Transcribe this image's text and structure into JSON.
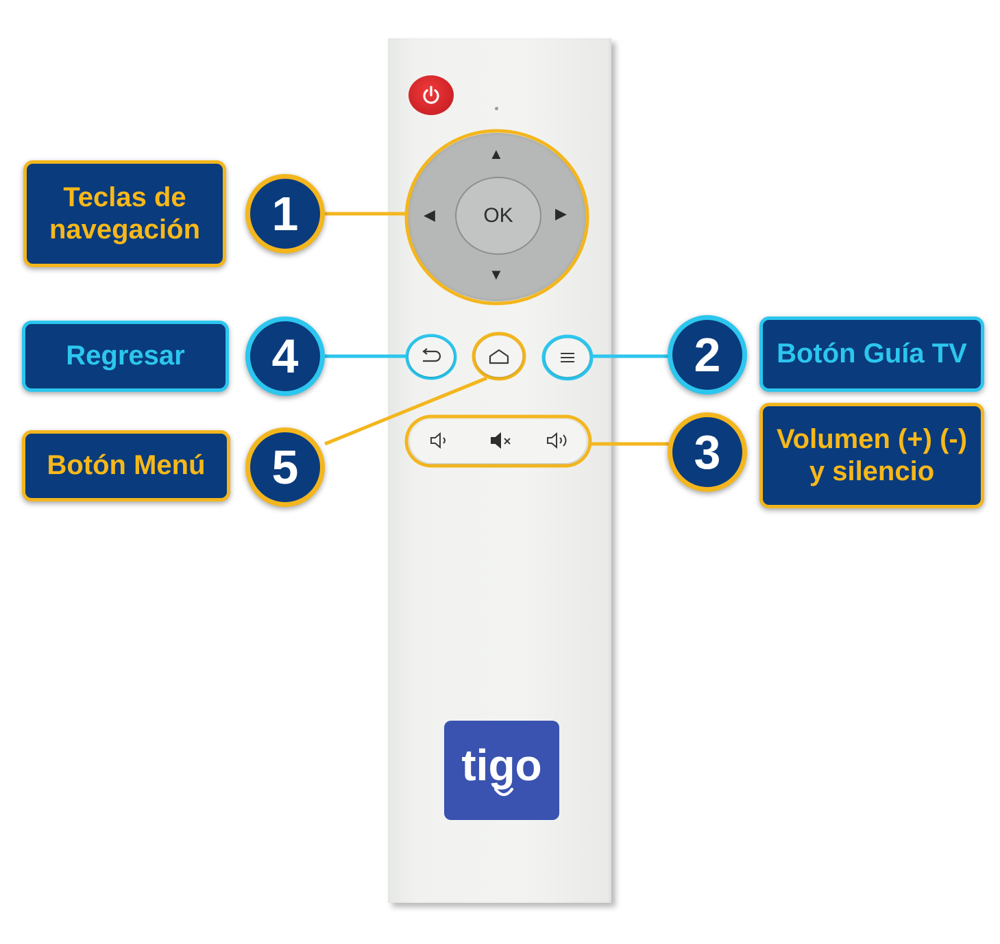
{
  "remote": {
    "ok_label": "OK",
    "brand": "tigo",
    "icons": {
      "power": "power-icon",
      "up": "arrow-up-icon",
      "down": "arrow-down-icon",
      "left": "arrow-left-icon",
      "right": "arrow-right-icon",
      "back": "back-arrow-icon",
      "home": "home-icon",
      "menu": "menu-lines-icon",
      "vol_down": "volume-down-icon",
      "mute": "mute-icon",
      "vol_up": "volume-up-icon"
    }
  },
  "callouts": [
    {
      "number": "1",
      "lines": [
        "Teclas de",
        "navegación"
      ],
      "color": "#f3b61e"
    },
    {
      "number": "2",
      "lines": [
        "Botón Guía TV"
      ],
      "color": "#2cc6ee"
    },
    {
      "number": "3",
      "lines": [
        "Volumen (+) (-)",
        "y silencio"
      ],
      "color": "#f3b61e"
    },
    {
      "number": "4",
      "lines": [
        "Regresar"
      ],
      "color": "#2cc6ee"
    },
    {
      "number": "5",
      "lines": [
        "Botón Menú"
      ],
      "color": "#f3b61e"
    }
  ],
  "colors": {
    "navy": "#0a3b7c",
    "gold": "#f3b61e",
    "cyan": "#2cc6ee",
    "power_red": "#d3262a",
    "brand_blue": "#3a53b0"
  }
}
